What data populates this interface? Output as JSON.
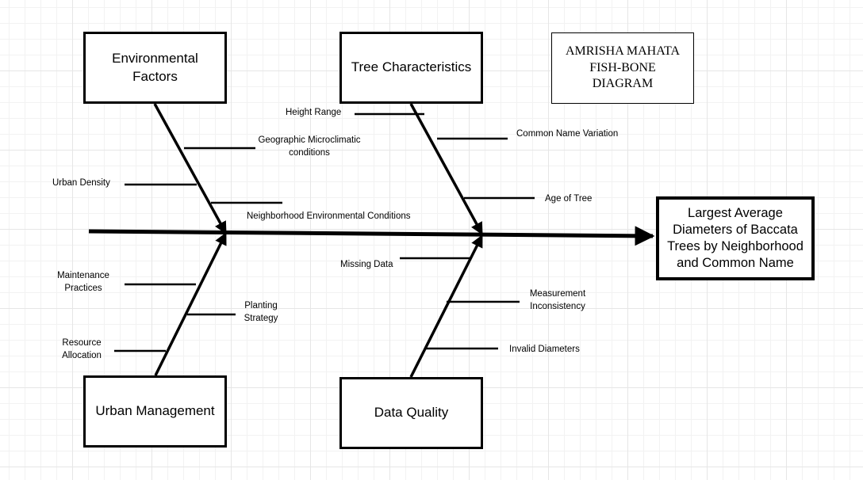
{
  "title": "AMRISHA MAHATA\nFISH-BONE\nDIAGRAM",
  "effect": "Largest Average\nDiameters of Baccata\nTrees by Neighborhood\nand Common Name",
  "categories": {
    "environmental": "Environmental\nFactors",
    "tree": "Tree Characteristics",
    "urban": "Urban Management",
    "data_quality": "Data Quality"
  },
  "causes": {
    "geographic": "Geographic Microclimatic\nconditions",
    "urban_density": "Urban Density",
    "neighborhood": "Neighborhood Environmental Conditions",
    "height_range": "Height Range",
    "common_name": "Common Name Variation",
    "age_of_tree": "Age of Tree",
    "maintenance": "Maintenance\nPractices",
    "planting": "Planting\nStrategy",
    "resource": "Resource\nAllocation",
    "missing_data": "Missing Data",
    "measurement": "Measurement\nInconsistency",
    "invalid_diameters": "Invalid Diameters"
  }
}
